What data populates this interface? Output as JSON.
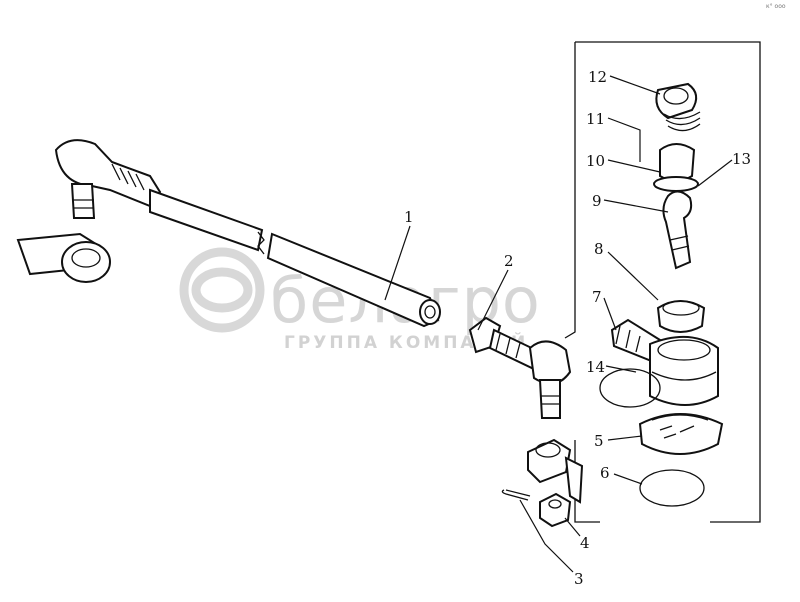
{
  "watermark": {
    "logo_text": "белагро",
    "subtitle": "ГРУППА КОМПАНИЙ"
  },
  "corner_mark": "к° ооо",
  "callouts": [
    {
      "id": "1",
      "label": "1"
    },
    {
      "id": "2",
      "label": "2"
    },
    {
      "id": "3",
      "label": "3"
    },
    {
      "id": "4",
      "label": "4"
    },
    {
      "id": "5",
      "label": "5"
    },
    {
      "id": "6",
      "label": "6"
    },
    {
      "id": "7",
      "label": "7"
    },
    {
      "id": "8",
      "label": "8"
    },
    {
      "id": "9",
      "label": "9"
    },
    {
      "id": "10",
      "label": "10"
    },
    {
      "id": "11",
      "label": "11"
    },
    {
      "id": "12",
      "label": "12"
    },
    {
      "id": "13",
      "label": "13"
    },
    {
      "id": "14",
      "label": "14"
    }
  ]
}
